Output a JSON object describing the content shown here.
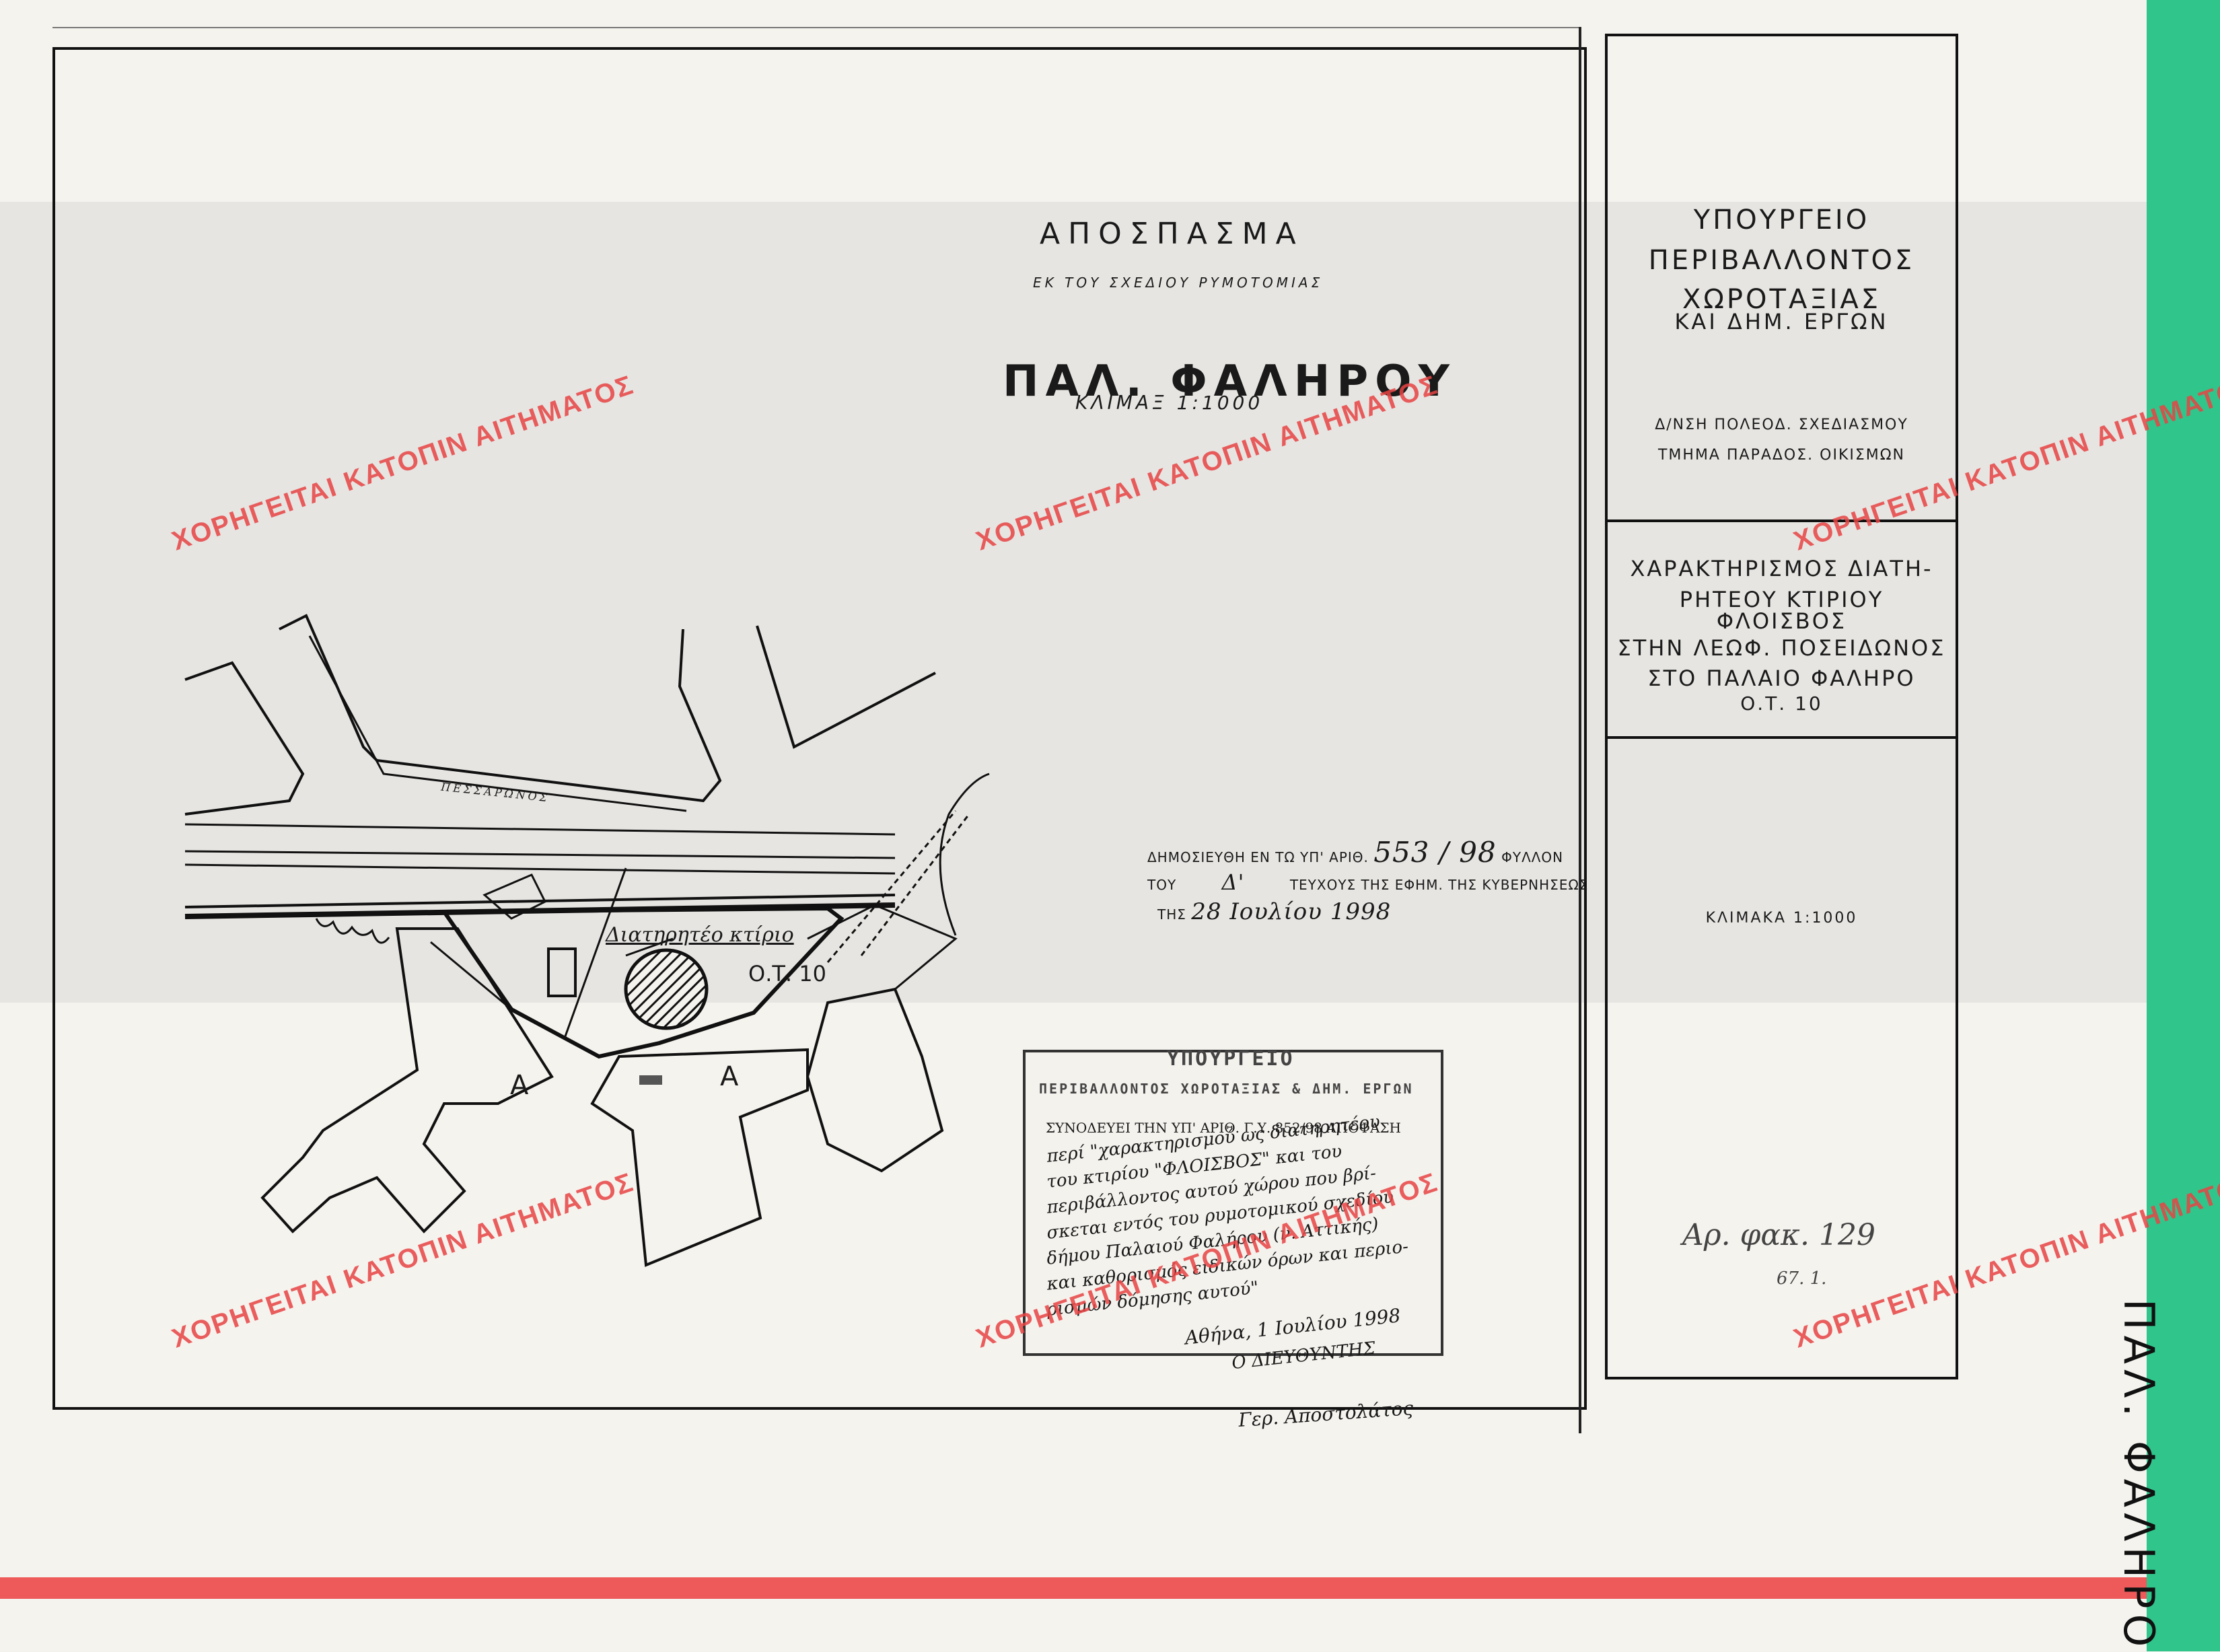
{
  "extract": {
    "heading": "ΑΠΟΣΠΑΣΜΑ",
    "subheading": "ΕΚ ΤΟΥ ΣΧΕΔΙΟΥ ΡΥΜΟΤΟΜΙΑΣ",
    "place": "ΠΑΛ. ΦΑΛΗΡΟΥ",
    "scale": "ΚΛΙΜΑΞ 1:1000"
  },
  "ministry": {
    "line1": "ΥΠΟΥΡΓΕΙΟ",
    "line2": "ΠΕΡΙΒΑΛΛΟΝΤΟΣ",
    "line3": "ΧΩΡΟΤΑΞΙΑΣ",
    "line4": "ΚΑΙ ΔΗΜ. ΕΡΓΩΝ",
    "dept1": "Δ/ΝΣΗ ΠΟΛΕΟΔ. ΣΧΕΔΙΑΣΜΟΥ",
    "dept2": "ΤΜΗΜΑ ΠΑΡΑΔΟΣ. ΟΙΚΙΣΜΩΝ"
  },
  "subject": {
    "line1": "ΧΑΡΑΚΤΗΡΙΣΜΟΣ ΔΙΑΤΗ-",
    "line2": "ΡΗΤΕΟΥ ΚΤΙΡΙΟΥ",
    "line3": "ΦΛΟΙΣΒΟΣ",
    "line4": "ΣΤΗΝ ΛΕΩΦ. ΠΟΣΕΙΔΩΝΟΣ",
    "line5": "ΣΤΟ ΠΑΛΑΙΟ ΦΑΛΗΡΟ",
    "line6": "Ο.Τ. 10"
  },
  "panel_scale": "ΚΛΙΜΑΚΑ 1:1000",
  "publication": {
    "line1_prefix": "ΔΗΜΟΣΙΕΥΘΗ ΕΝ ΤΩ ΥΠ' ΑΡΙΘ.",
    "line1_number": "553 / 98",
    "line1_suffix": "ΦΥΛΛΟΝ",
    "line2_prefix": "ΤΟΥ",
    "line2_issue": "Δ'",
    "line2_suffix": "ΤΕΥΧΟΥΣ ΤΗΣ ΕΦΗΜ. ΤΗΣ ΚΥΒΕΡΝΗΣΕΩΣ",
    "line3_prefix": "ΤΗΣ",
    "line3_date": "28 Ιουλίου 1998"
  },
  "map": {
    "street": "ΠΕΣΣΑΡΩΝΟΣ",
    "building_label": "Διατηρητέο κτίριο",
    "block_label": "Ο.Τ. 10",
    "zone_a": "Α"
  },
  "stamp": {
    "head1": "ΥΠΟΥΡΓΕΙΟ",
    "head2": "ΠΕΡΙΒΑΛΛΟΝΤΟΣ ΧΩΡΟΤΑΞΙΑΣ & ΔΗΜ. ΕΡΓΩΝ",
    "text1": "ΣΥΝΟΔΕΥΕΙ ΤΗΝ ΥΠ' ΑΡΙΘ. Γ.Υ. 852/98 ΑΠΟΦΑΣΗ",
    "text2": "περί \"χαρακτηρισμού ως διατηρητέου",
    "text3": "του κτιρίου \"ΦΛΟΙΣΒΟΣ\" και του",
    "text4": "περιβάλλοντος αυτού χώρου που βρί-",
    "text5": "σκεται εντός του ρυμοτομικού σχεδίου",
    "text6": "δήμου Παλαιού Φαλήρου (ν. Αττικής)",
    "text7": "και καθορισμός ειδικών όρων και περιο-",
    "text8": "ρισμών δόμησης αυτού\"",
    "date": "Αθήνα, 1 Ιουλίου 1998",
    "director": "Ο ΔΙΕΥΘΥΝΤΗΣ",
    "signature": "Γερ. Αποστολάτος"
  },
  "file_note": {
    "line1": "Αρ. φακ. 129",
    "line2": "67. 1."
  },
  "watermark": "ΧΟΡΗΓΕΙΤΑΙ ΚΑΤΟΠΙΝ ΑΙΤΗΜΑΤΟΣ",
  "side_label": "ΠΑΛ. ΦΑΛΗΡΟ",
  "colors": {
    "paper": "#f5f3ee",
    "band": "#e2e1df",
    "ink": "#1a1a1a",
    "watermark": "#e84444",
    "green_tab": "#30c58b",
    "red_stripe": "#ee5a5a"
  }
}
